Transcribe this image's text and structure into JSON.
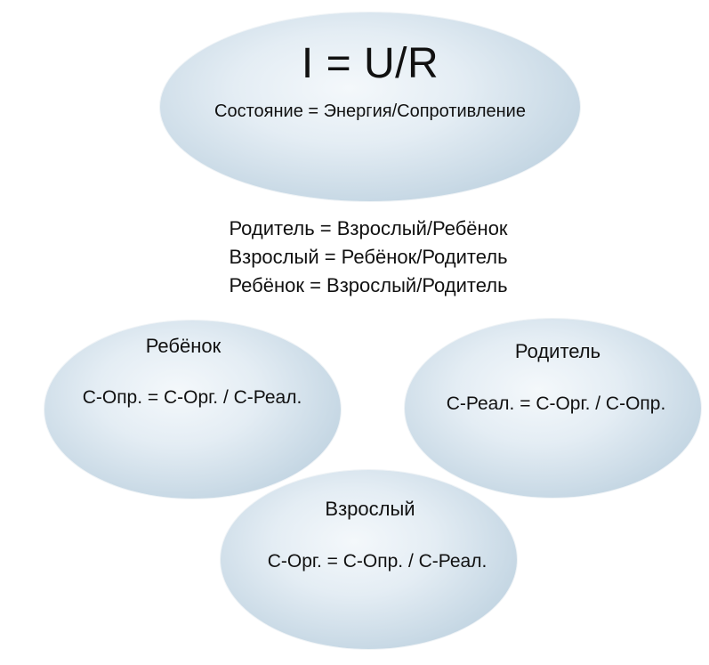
{
  "main": {
    "formula": "I = U/R",
    "description": "Состояние = Энергия/Сопротивление"
  },
  "relations": [
    "Родитель = Взрослый/Ребёнок",
    "Взрослый = Ребёнок/Родитель",
    "Ребёнок = Взрослый/Родитель"
  ],
  "nodes": {
    "child": {
      "title": "Ребёнок",
      "formula": "С-Опр. = С-Орг. / С-Реал."
    },
    "parent": {
      "title": "Родитель",
      "formula": "С-Реал. = С-Орг. / С-Опр."
    },
    "adult": {
      "title": "Взрослый",
      "formula": "С-Орг. = С-Опр. / С-Реал."
    }
  },
  "colors": {
    "ellipse_light": "#f4f8fb",
    "ellipse_dark": "#aac4d6",
    "text": "#111111"
  }
}
